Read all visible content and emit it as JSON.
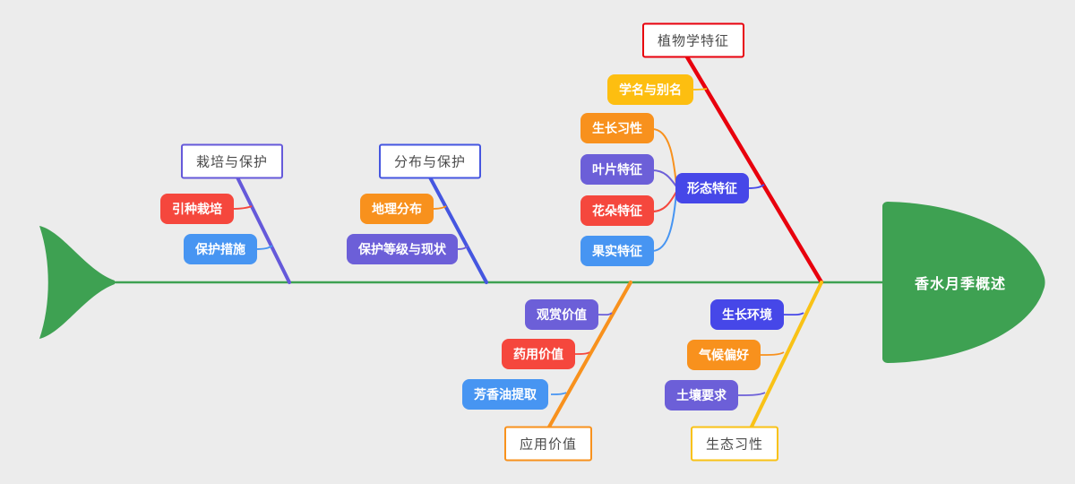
{
  "diagram": {
    "type": "fishbone",
    "background": "#ececec",
    "spine_color": "#3ea152",
    "head": {
      "label": "香水月季概述",
      "color": "#3ea152"
    },
    "tail": {
      "color": "#3ea152"
    }
  },
  "branches": [
    {
      "side": "top",
      "label": "栽培与保护",
      "line_color": "#6559da",
      "children": [
        {
          "label": "引种栽培",
          "color": "#f5473d"
        },
        {
          "label": "保护措施",
          "color": "#4795f2"
        }
      ]
    },
    {
      "side": "top",
      "label": "分布与保护",
      "line_color": "#4556e0",
      "children": [
        {
          "label": "地理分布",
          "color": "#f8911d"
        },
        {
          "label": "保护等级与现状",
          "color": "#6c5fd8"
        }
      ]
    },
    {
      "side": "top",
      "label": "植物学特征",
      "line_color": "#e8000d",
      "children": [
        {
          "label": "学名与别名",
          "color": "#fdbe10"
        },
        {
          "label": "形态特征",
          "color": "#4647e8",
          "children": [
            {
              "label": "生长习性",
              "color": "#f8911d"
            },
            {
              "label": "叶片特征",
              "color": "#6c5fd8"
            },
            {
              "label": "花朵特征",
              "color": "#f5473d"
            },
            {
              "label": "果实特征",
              "color": "#4795f2"
            }
          ]
        }
      ]
    },
    {
      "side": "bottom",
      "label": "应用价值",
      "line_color": "#f8911d",
      "children": [
        {
          "label": "观赏价值",
          "color": "#6c5fd8"
        },
        {
          "label": "药用价值",
          "color": "#f5473d"
        },
        {
          "label": "芳香油提取",
          "color": "#4795f2"
        }
      ]
    },
    {
      "side": "bottom",
      "label": "生态习性",
      "line_color": "#f9c216",
      "children": [
        {
          "label": "生长环境",
          "color": "#4647e8"
        },
        {
          "label": "气候偏好",
          "color": "#f8911d"
        },
        {
          "label": "土壤要求",
          "color": "#6c5fd8"
        }
      ]
    }
  ]
}
